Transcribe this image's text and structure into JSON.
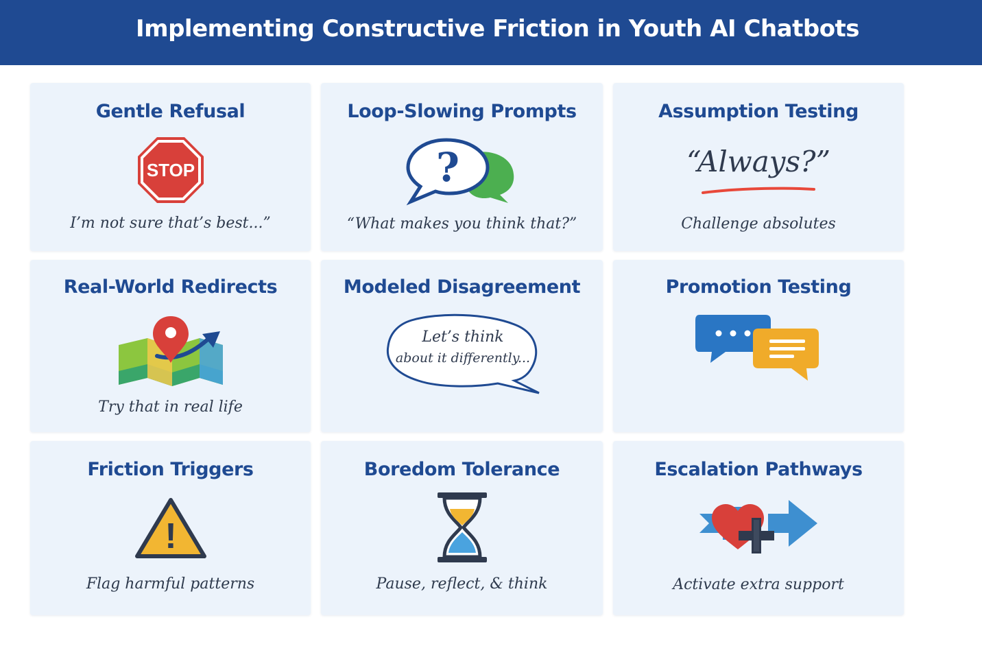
{
  "title": "Implementing Constructive Friction in Youth AI Chatbots",
  "colors": {
    "banner": "#1f4a92",
    "card_background": "#ecf3fb",
    "title_text": "#1f4a92",
    "stop_red": "#d8403a",
    "bubble_green": "#4caf50",
    "accent_orange": "#e8483a",
    "warning_yellow": "#f2b632",
    "chat_blue": "#2a76c4",
    "chat_amber": "#f0ab2a",
    "heart_red": "#d8403a",
    "arrow_blue": "#3e8fd0"
  },
  "cards": [
    {
      "title": "Gentle Refusal",
      "icon": "stop-sign-icon",
      "icon_text": "STOP",
      "caption": "I’m not sure that’s best...”"
    },
    {
      "title": "Loop-Slowing Prompts",
      "icon": "question-bubble-icon",
      "icon_text": "?",
      "caption": "“What makes you think that?”"
    },
    {
      "title": "Assumption Testing",
      "icon": "quote-underline-icon",
      "icon_text": "“Always?”",
      "caption": "Challenge absolutes"
    },
    {
      "title": "Real-World Redirects",
      "icon": "map-pin-icon",
      "caption": "Try that in real life"
    },
    {
      "title": "Modeled Disagreement",
      "icon": "speech-bubble-icon",
      "icon_text_lines": [
        "Let’s think",
        "about it differently..."
      ]
    },
    {
      "title": "Promotion Testing",
      "icon": "chat-bubbles-icon"
    },
    {
      "title": "Friction Triggers",
      "icon": "warning-triangle-icon",
      "icon_text": "!",
      "caption": "Flag harmful patterns"
    },
    {
      "title": "Boredom Tolerance",
      "icon": "hourglass-icon",
      "caption": "Pause, reflect, & think"
    },
    {
      "title": "Escalation Pathways",
      "icon": "heart-arrow-icon",
      "caption": "Activate extra support"
    }
  ]
}
